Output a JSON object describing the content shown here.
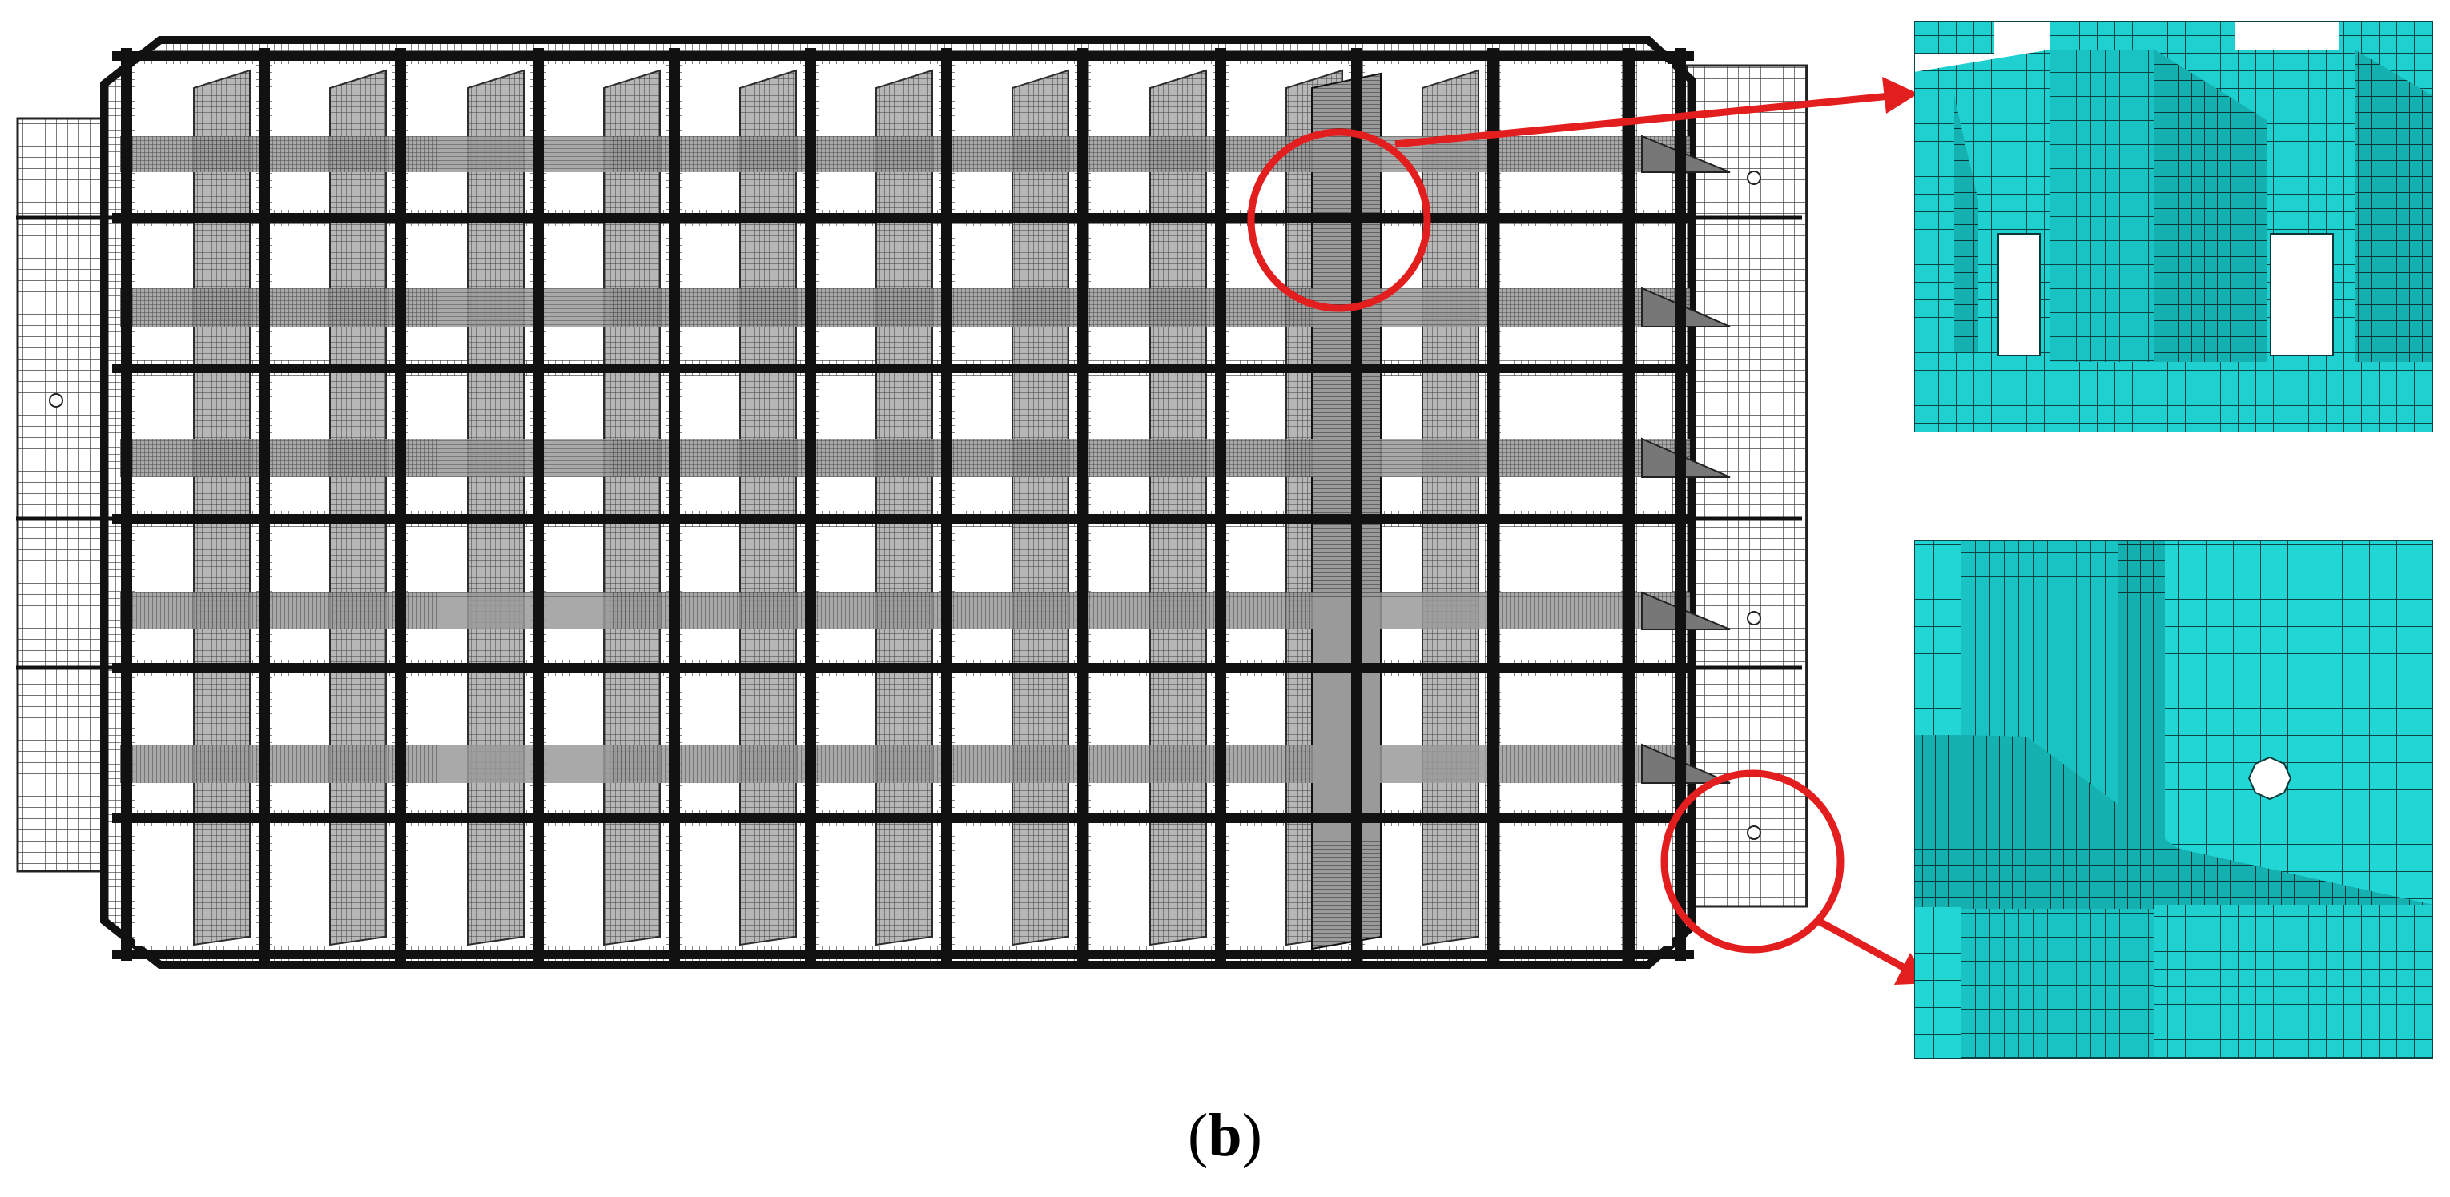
{
  "figure": {
    "caption_open": "(",
    "caption_label": "b",
    "caption_close": ")",
    "highlight_color": "#e31e1e",
    "mesh_overview_color": "#1a1a1a",
    "mesh_detail_fill": "#1bcfcf",
    "mesh_detail_line": "#0a3c3c"
  },
  "panels": [
    {
      "id": "overview",
      "description_name": "mesh-overview"
    },
    {
      "id": "detail-top",
      "description_name": "detail-zoom-top"
    },
    {
      "id": "detail-bottom",
      "description_name": "detail-zoom-bottom"
    }
  ]
}
